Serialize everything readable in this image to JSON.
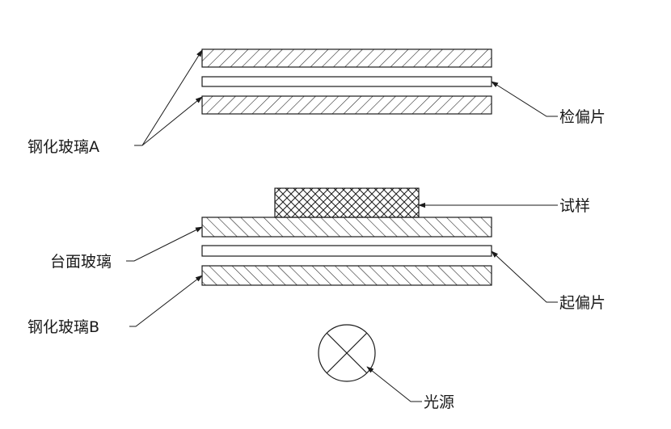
{
  "labels": {
    "tempered_glass_a": "钢化玻璃A",
    "analyzer": "检偏片",
    "sample": "试样",
    "stage_glass": "台面玻璃",
    "polarizer": "起偏片",
    "tempered_glass_b": "钢化玻璃B",
    "light_source": "光源"
  },
  "colors": {
    "stroke": "#1a1a1a",
    "background": "#ffffff"
  }
}
